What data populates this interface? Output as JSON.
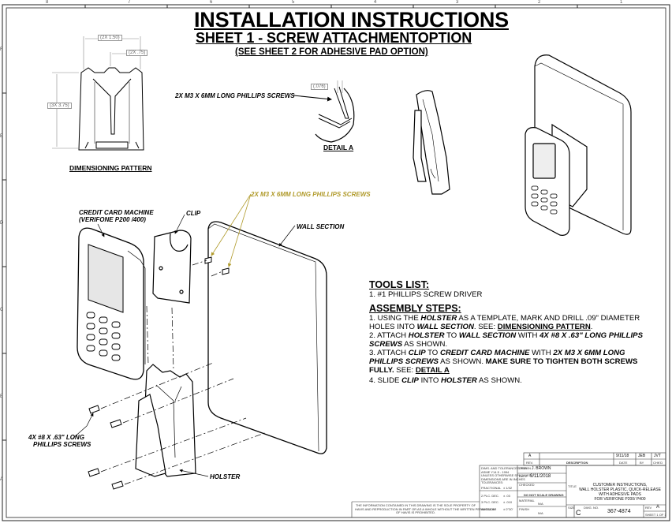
{
  "title": "INSTALLATION INSTRUCTIONS",
  "subtitle": "SHEET 1 - SCREW ATTACHMENTOPTION",
  "subtitle2": "(SEE SHEET 2 FOR ADHESIVE PAD OPTION)",
  "dimensioning": {
    "label": "DIMENSIONING PATTERN",
    "dim_width": "(2X 1.50)",
    "dim_inner": "(2X .75)",
    "dim_height": "(3X 3.75)"
  },
  "detail": {
    "label": "DETAIL A",
    "screws_label": "2X M3 X 6MM LONG PHILLIPS SCREWS",
    "dim": "(.076)"
  },
  "callouts": {
    "credit_card_machine": "CREDIT CARD MACHINE",
    "credit_card_machine_model": "(VERIFONE P200 /400)",
    "clip": "CLIP",
    "clip_screws": "2X M3 X 6MM LONG PHILLIPS SCREWS",
    "wall_section": "WALL SECTION",
    "holster": "HOLSTER",
    "wall_screws_line1": "4X #8 X .63\" LONG",
    "wall_screws_line2": "PHILLIPS SCREWS"
  },
  "tools": {
    "heading": "TOOLS LIST:",
    "items": [
      "1. #1 PHILLIPS SCREW DRIVER"
    ]
  },
  "assembly": {
    "heading": "ASSEMBLY STEPS:",
    "step1": {
      "a": "1. USING THE ",
      "b": "HOLSTER",
      "c": " AS A TEMPLATE, MARK AND DRILL .09\" DIAMETER HOLES INTO ",
      "d": "WALL SECTION",
      "e": ". SEE: ",
      "f": "DIMENSIONING PATTERN",
      "g": "."
    },
    "step2": {
      "a": "2. ATTACH ",
      "b": "HOLSTER",
      "c": " TO ",
      "d": "WALL SECTION",
      "e": " WITH ",
      "f": "4X #8 X .63\" LONG PHILLIPS SCREWS",
      "g": " AS SHOWN."
    },
    "step3": {
      "a": "3. ATTACH ",
      "b": "CLIP",
      "c": " TO ",
      "d": "CREDIT CARD MACHINE",
      "e": " WITH ",
      "f": "2X M3 X 6MM LONG PHILLIPS SCREWS",
      "g": " AS SHOWN. ",
      "h": "MAKE SURE TO TIGHTEN BOTH SCREWS FULLY.",
      "i": " SEE: ",
      "j": "DETAIL A"
    },
    "step4": {
      "a": "4. SLIDE ",
      "b": "CLIP",
      "c": " INTO ",
      "d": "HOLSTER",
      "e": " AS SHOWN."
    }
  },
  "revision": {
    "rev": "A",
    "date": "9/11/18",
    "by": "JEB",
    "chkd": "JVT",
    "col_rev": "REV.",
    "col_desc": "DESCRIPTION",
    "col_date": "DATE",
    "col_by": "BY",
    "col_chkd": "CHK'D"
  },
  "title_block": {
    "notes_line1": "DIMS. AND TOLERANCES PER",
    "notes_line2": "ASME Y14.5 - 1994",
    "notes_line3": "UNLESS OTHERWISE SPECIFIED",
    "notes_line4": "DIMENSIONS ARE IN INCHES",
    "notes_line5": "TOLERANCES:",
    "drawn_label": "DRAWN",
    "drawn_value": "J. BROWN",
    "date_label": "DATE",
    "date_value": "9/11/2018",
    "checked_label": "CHECKED",
    "fractional_label": "FRACTIONAL",
    "fractional_value": "± 1/32",
    "dec2_label": "2 PLC. DEC.",
    "dec2_value": "± .03",
    "dec3_label": "3 PLC. DEC.",
    "dec3_value": "± .010",
    "angular_label": "ANGULAR",
    "angular_value": "± 0°30'",
    "do_not_scale": "DO NOT SCALE DRAWING",
    "material_label": "MATERIAL",
    "material_value": "N/A",
    "finish_label": "FINISH",
    "finish_value": "N/A",
    "title_label": "TITLE",
    "title_line1": "CUSTOMER INSTRUCTIONS,",
    "title_line2": "WALL HOLSTER PLASTIC, QUICK-RELEASE",
    "title_line3": "WITH ADHESIVE PADS",
    "title_line4": "FOR VERIFONE P200/ P400",
    "size_label": "SIZE",
    "size_value": "C",
    "dwg_label": "DWG. NO.",
    "dwg_value": "367-4874",
    "rev_label": "REV",
    "rev_value": "A",
    "sheet": "SHEET 1 OF 1",
    "proprietary_line1": "THE INFORMATION CONTAINED IN THIS DRAWING IS THE SOLE PROPERTY OF",
    "proprietary_line2": "HAVIS AND REPRODUCTION IN PART OR AS A WHOLE WITHOUT THE WRITTEN PERMISSION",
    "proprietary_line3": "OF HAVIS IS PROHIBITED."
  },
  "border": {
    "top_numbers": [
      "8",
      "7",
      "6",
      "5",
      "4",
      "3",
      "2",
      "1"
    ],
    "side_letters": [
      "F",
      "E",
      "D",
      "C",
      "B",
      "A"
    ]
  },
  "colors": {
    "line": "#000000",
    "callout_yellow": "#b09a2a",
    "dim_gray": "#888888"
  }
}
